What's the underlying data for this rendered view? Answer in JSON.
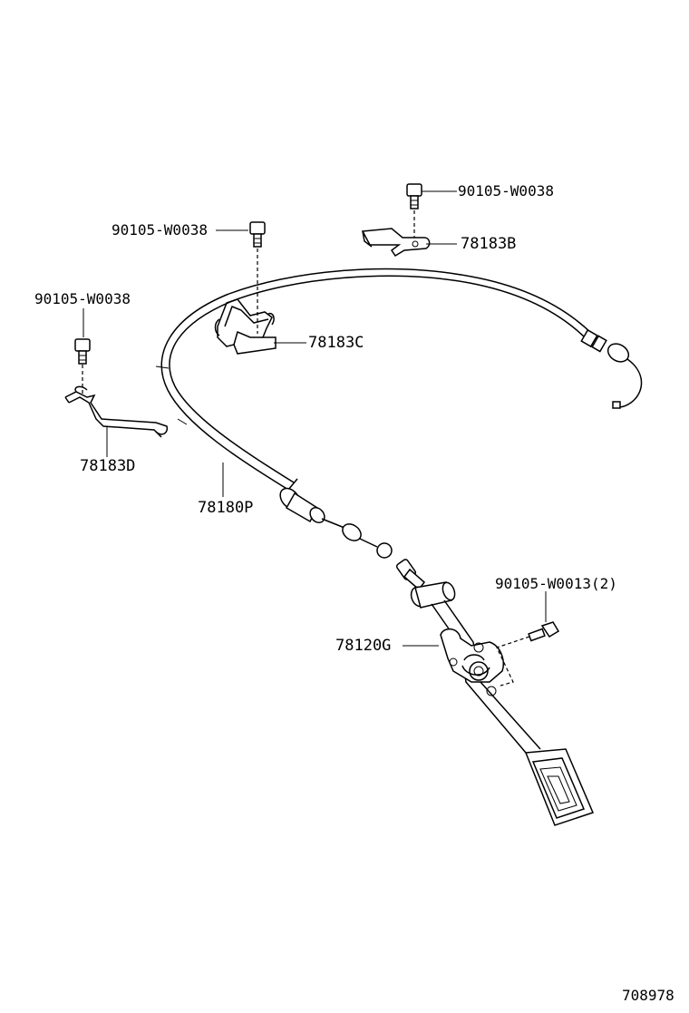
{
  "labels": {
    "bolt_bracket_b": "90105-W0038",
    "bracket_b": "78183B",
    "bolt_bracket_c": "90105-W0038",
    "bracket_c": "78183C",
    "bolt_bracket_d": "90105-W0038",
    "bracket_d": "78183D",
    "cable": "78180P",
    "pedal_bolts": "90105-W0013(2)",
    "pedal": "78120G"
  },
  "illustration_number": "708978",
  "colors": {
    "ink": "#000000",
    "paper": "#ffffff"
  }
}
